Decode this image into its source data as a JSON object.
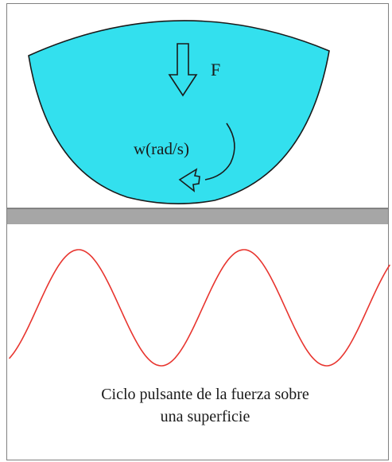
{
  "labels": {
    "force": "F",
    "angular_velocity": "w(rad/s)"
  },
  "caption": {
    "line1": "Ciclo pulsante de la fuerza sobre",
    "line2": "una superficie"
  },
  "colors": {
    "body_fill": "#33e0ee",
    "wave": "#e8352f",
    "surface_bar": "#a6a6a6",
    "frame": "#808080"
  }
}
